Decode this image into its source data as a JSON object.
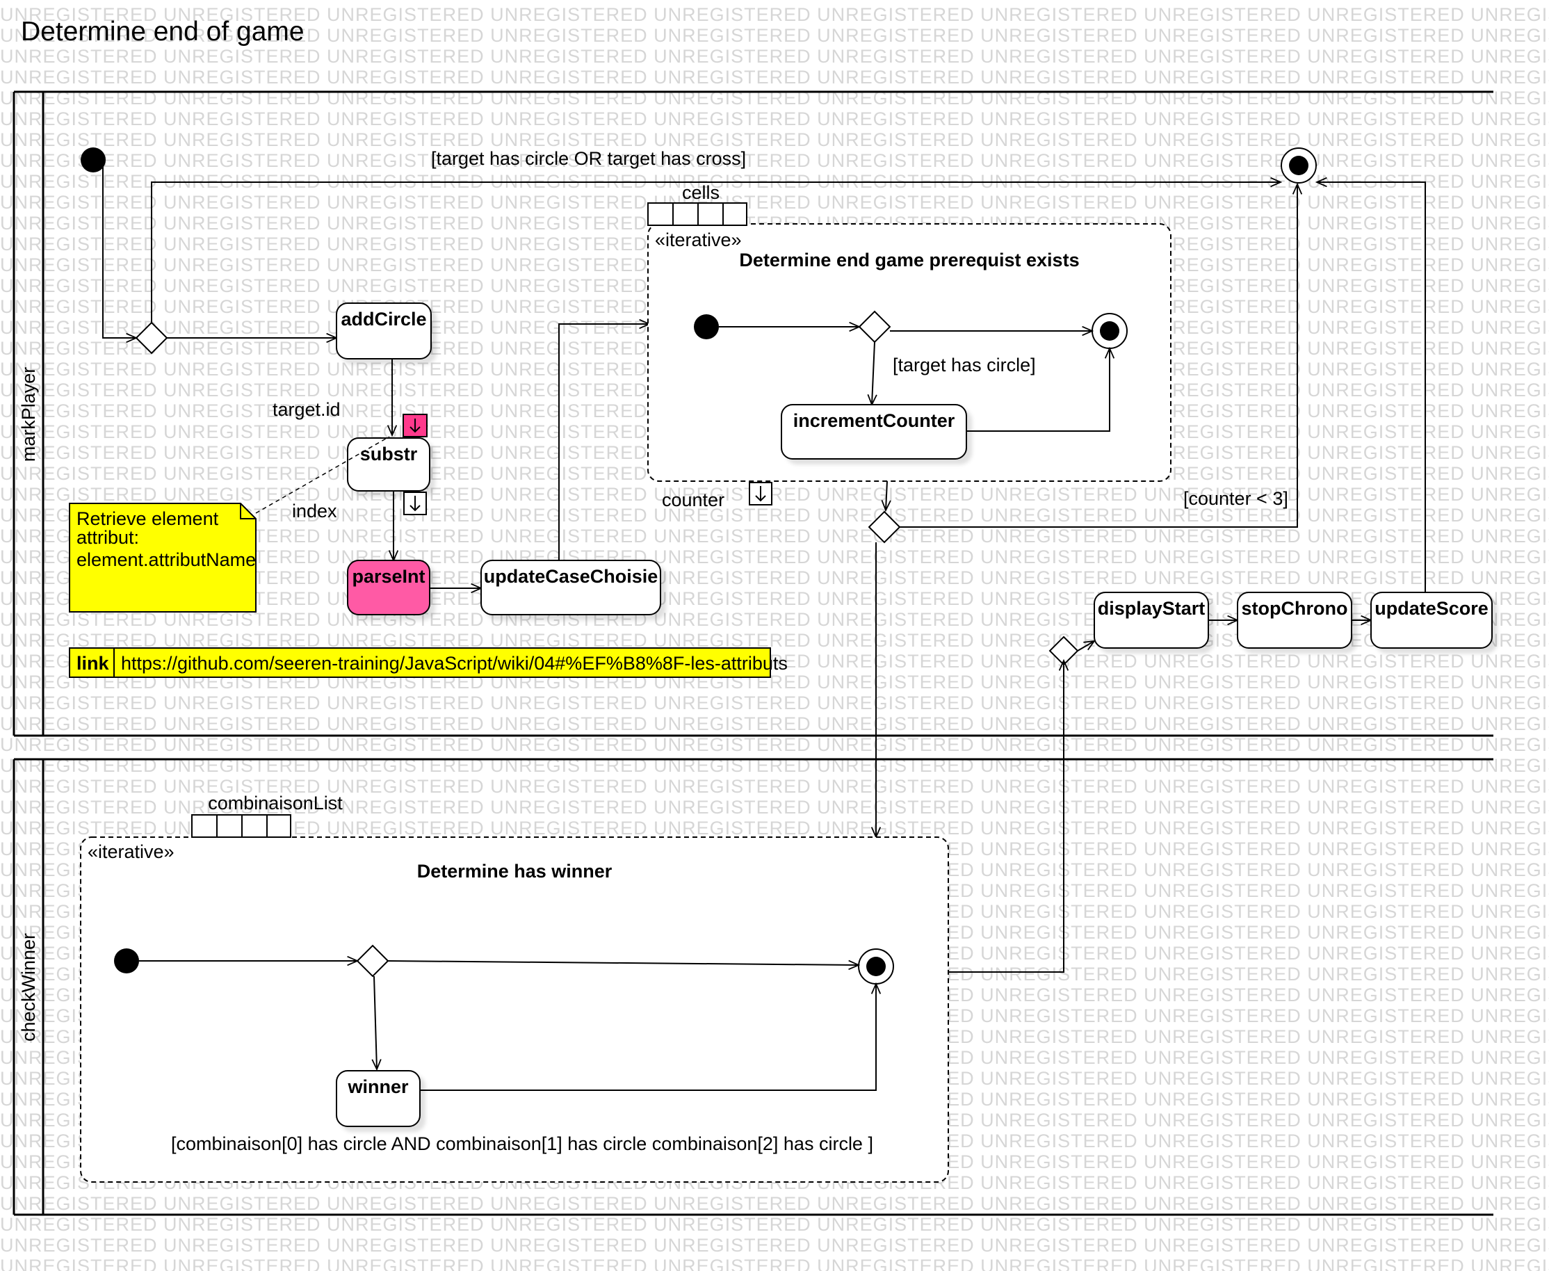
{
  "diagram": {
    "title": "Determine end of game",
    "watermark": "UNREGISTERED",
    "lanes": {
      "markPlayer": "markPlayer",
      "checkWinner": "checkWinner"
    },
    "actions": {
      "addCircle": "addCircle",
      "substr": "substr",
      "parseInt": "parseInt",
      "updateCaseChoisie": "updateCaseChoisie",
      "incrementCounter": "incrementCounter",
      "displayStart": "displayStart",
      "stopChrono": "stopChrono",
      "updateScore": "updateScore",
      "winner": "winner"
    },
    "regions": {
      "endgame": {
        "stereotype": "«iterative»",
        "name": "Determine end game prerequist exists",
        "input": "cells",
        "output": "counter"
      },
      "winner": {
        "stereotype": "«iterative»",
        "name": "Determine has winner",
        "input": "combinaisonList"
      }
    },
    "guards": {
      "target_filled": "[target has circle OR target  has cross]",
      "target_circle": "[target has circle]",
      "counter_lt3": "[counter < 3]",
      "winner_guard": "[combinaison[0] has circle AND combinaison[1] has circle combinaison[2] has circle ]"
    },
    "pins": {
      "target_id": "target.id",
      "index": "index"
    },
    "note": {
      "line1": "Retrieve element",
      "line2": "attribut:",
      "line3": "element.attributName"
    },
    "link": {
      "label": "link",
      "url": "https://github.com/seeren-training/JavaScript/wiki/04#%EF%B8%8F-les-attributs"
    },
    "colors": {
      "note_fill": "#ffff00",
      "highlight_fill": "#ff5aa5",
      "pin_fill": "#ff3a8c",
      "stroke": "#000000"
    }
  }
}
